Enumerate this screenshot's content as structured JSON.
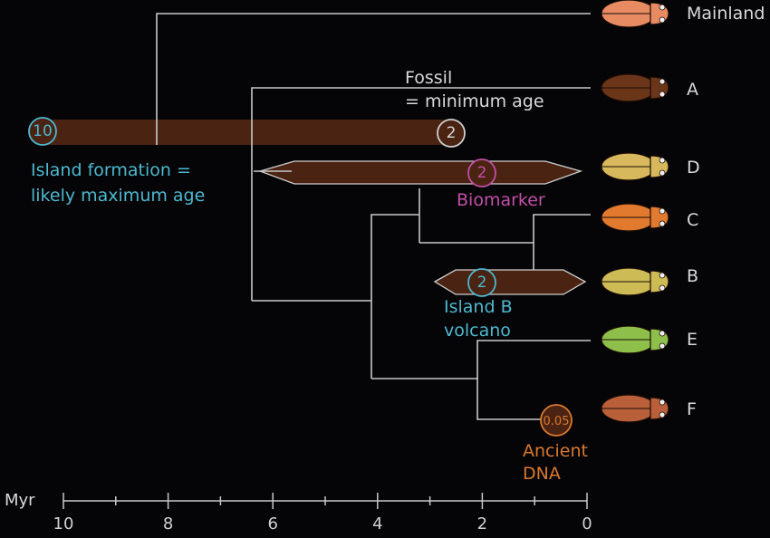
{
  "taxa": [
    {
      "label": "Mainland",
      "color": "#e88b63"
    },
    {
      "label": "A",
      "color": "#6b3519"
    },
    {
      "label": "D",
      "color": "#d8b85c"
    },
    {
      "label": "C",
      "color": "#e17a2f"
    },
    {
      "label": "B",
      "color": "#cdbb55"
    },
    {
      "label": "E",
      "color": "#8dbf4a"
    },
    {
      "label": "F",
      "color": "#b9603a"
    }
  ],
  "calibrations": {
    "island": {
      "max_value": "10",
      "min_value": "2",
      "label_line1": "Island formation =",
      "label_line2": "likely maximum age",
      "color": "#4db8cf"
    },
    "fossil": {
      "label_line1": "Fossil",
      "label_line2": "= minimum age"
    },
    "biomarker": {
      "value": "2",
      "label": "Biomarker",
      "color": "#c24fa7"
    },
    "volcano": {
      "value": "2",
      "label_line1": "Island B",
      "label_line2": "volcano",
      "color": "#4db8cf"
    },
    "ancient_dna": {
      "value": "0.05",
      "label_line1": "Ancient",
      "label_line2": "DNA",
      "color": "#d9792e"
    }
  },
  "axis": {
    "label": "Myr",
    "ticks": [
      {
        "value": 10,
        "label": "10"
      },
      {
        "value": 8,
        "label": "8"
      },
      {
        "value": 6,
        "label": "6"
      },
      {
        "value": 4,
        "label": "4"
      },
      {
        "value": 2,
        "label": "2"
      },
      {
        "value": 0,
        "label": "0"
      }
    ]
  },
  "colors": {
    "bar_fill": "#4a2312",
    "line": "#c8c8c8"
  }
}
